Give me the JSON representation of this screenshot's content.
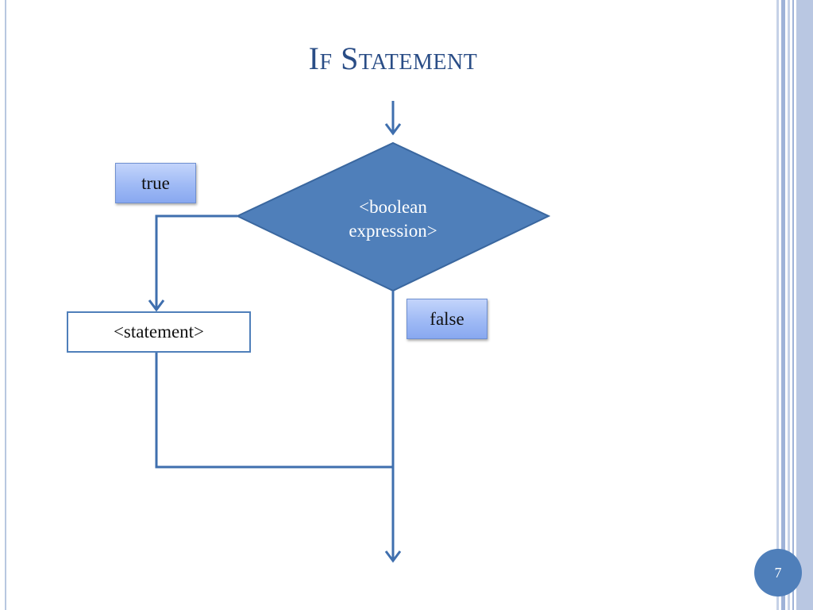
{
  "slide": {
    "title": "If Statement",
    "page_number": "7"
  },
  "diagram": {
    "decision_text_line1": "<boolean",
    "decision_text_line2": "expression>",
    "true_label": "true",
    "false_label": "false",
    "statement_text": "<statement>"
  },
  "colors": {
    "accent": "#4f7fba",
    "title": "#2a4d86",
    "chip_fill": "#9fbaf5",
    "band": "#b8c7e0"
  }
}
